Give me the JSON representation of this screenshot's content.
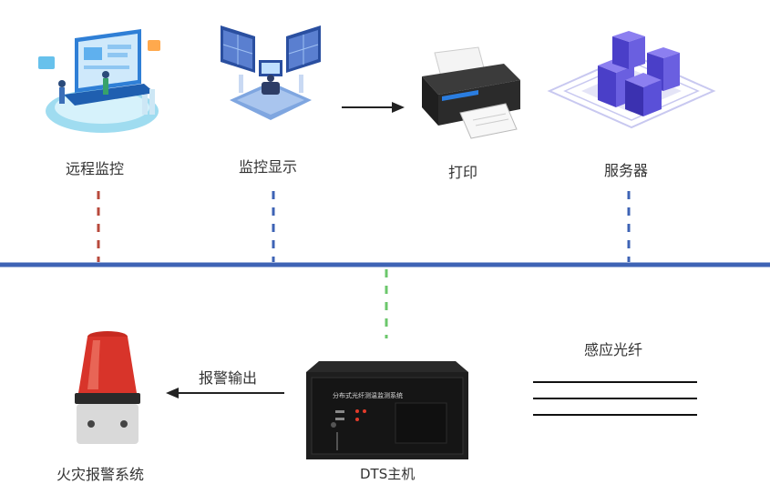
{
  "nodes": {
    "remote": {
      "label": "远程监控",
      "icon": "remote-monitoring-laptop-icon"
    },
    "display": {
      "label": "监控显示",
      "icon": "monitoring-display-screens-icon"
    },
    "print": {
      "label": "打印",
      "icon": "printer-icon"
    },
    "server": {
      "label": "服务器",
      "icon": "server-stack-icon"
    },
    "alarm": {
      "label": "火灾报警系统",
      "icon": "alarm-beacon-icon"
    },
    "host": {
      "label": "DTS主机",
      "icon": "dts-host-device-icon",
      "panel_text": "分布式光纤测温监测系统"
    },
    "fiber": {
      "label": "感应光纤",
      "icon": "sensing-fiber-lines-icon"
    }
  },
  "edges": {
    "alarm_output": {
      "label": "报警输出"
    }
  },
  "colors": {
    "bus": "#3e63b5",
    "remote_link": "#b84a3c",
    "display_link": "#3e63b5",
    "server_link": "#3e63b5",
    "host_link": "#6cc76c",
    "arrow": "#222222"
  }
}
